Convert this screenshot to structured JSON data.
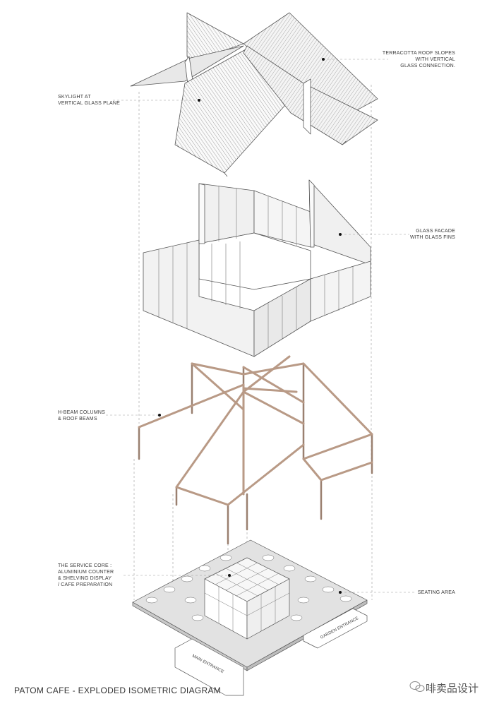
{
  "labels": {
    "skylight": [
      "SKYLIGHT AT",
      "VERTICAL GLASS PLANE"
    ],
    "roof": [
      "TERRACOTTA ROOF SLOPES",
      "WITH VERTICAL",
      "GLASS CONNECTION."
    ],
    "glass": [
      "GLASS FACADE",
      "WITH GLASS FINS"
    ],
    "hbeam": [
      "H-BEAM COLUMNS",
      "& ROOF BEAMS"
    ],
    "core": [
      "THE SERVICE CORE :",
      "ALUMINIUM COUNTER",
      "& SHELVING DISPLAY",
      "/ CAFE PREPARATION"
    ],
    "seating": [
      "SEATING AREA"
    ],
    "main_entrance": "MAIN ENTRANCE",
    "garden_entrance": "GARDEN ENTRANCE"
  },
  "title": "PATOM CAFE - EXPLODED ISOMETRIC DIAGRAM",
  "watermark": "啡卖品设计",
  "colors": {
    "line": "#555555",
    "beam": "#b99a86",
    "panel": "#f2f2f2",
    "floor": "#d9d9d9"
  }
}
